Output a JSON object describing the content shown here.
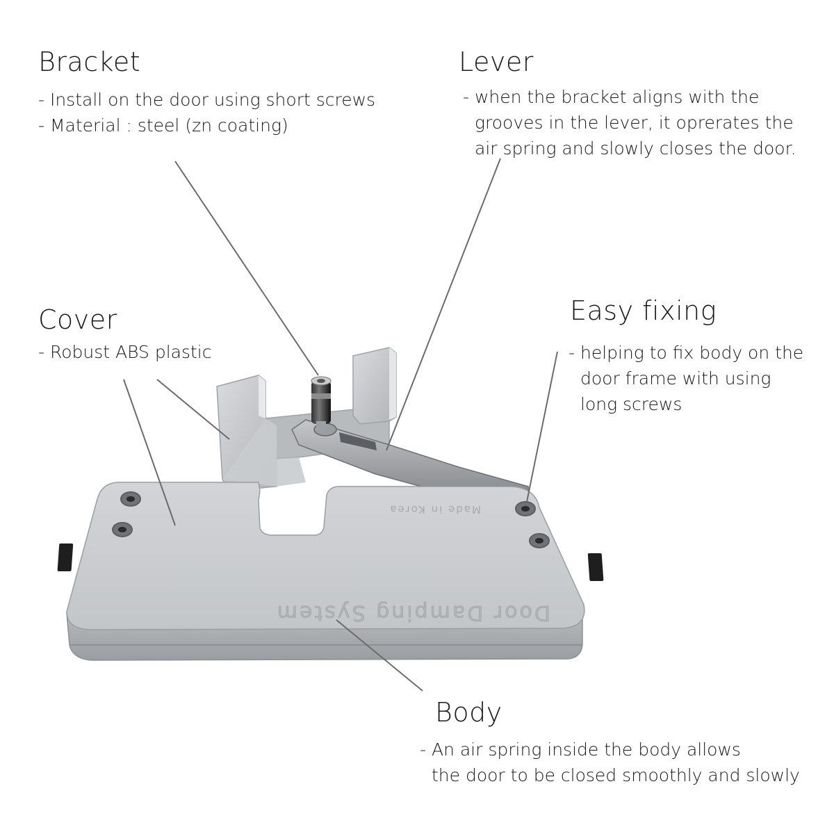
{
  "colors": {
    "background": "#ffffff",
    "text": "#1a1a1a",
    "leader_line": "#6b6b6b",
    "aluminum_light": "#d7d9dc",
    "aluminum_mid": "#b9bcc0",
    "aluminum_dark": "#8d9094",
    "steel": "#a7a9ac",
    "rubber": "#1c1c1c"
  },
  "labels": {
    "bracket": {
      "title": "Bracket",
      "lines": [
        "- Install on the door using short screws",
        "- Material : steel (zn coating)"
      ]
    },
    "lever": {
      "title": "Lever",
      "lines": [
        "- when the bracket aligns with the",
        "grooves in the lever, it oprerates the",
        "air spring and slowly closes the door."
      ]
    },
    "cover": {
      "title": "Cover",
      "lines": [
        "- Robust ABS plastic"
      ]
    },
    "easy_fixing": {
      "title": "Easy fixing",
      "lines": [
        "- helping to fix body on the",
        "door frame with using",
        "long screws"
      ]
    },
    "body": {
      "title": "Body",
      "lines": [
        "- An air spring inside the body allows",
        "the door to be closed smoothly and slowly"
      ]
    }
  },
  "product": {
    "embossed_text": "Door Damping System",
    "small_text": "Made in Korea"
  }
}
